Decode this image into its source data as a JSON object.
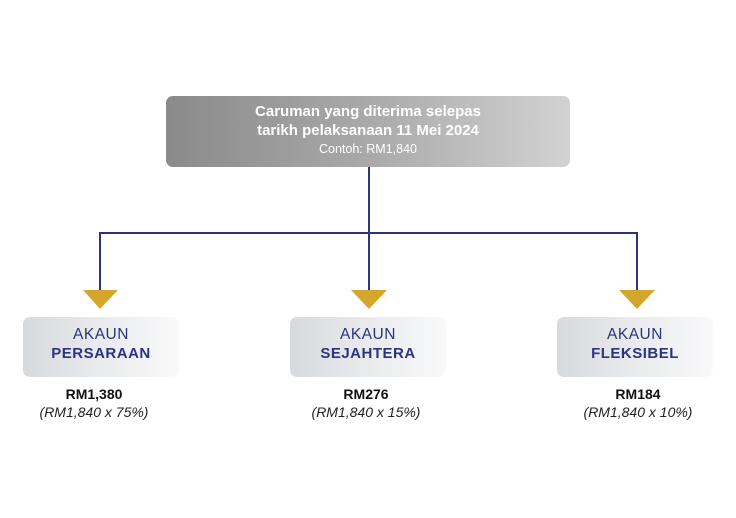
{
  "top_box": {
    "line1": "Caruman yang diterima selepas",
    "line2": "tarikh pelaksanaan 11 Mei 2024",
    "example": "Contoh: RM1,840"
  },
  "colors": {
    "connector": "#2b3480",
    "arrow": "#d4a72c",
    "account_text": "#2b3480"
  },
  "accounts": [
    {
      "label": "AKAUN",
      "name": "PERSARAAN",
      "amount": "RM1,380",
      "formula": "(RM1,840 x 75%)"
    },
    {
      "label": "AKAUN",
      "name": "SEJAHTERA",
      "amount": "RM276",
      "formula": "(RM1,840 x 15%)"
    },
    {
      "label": "AKAUN",
      "name": "FLEKSIBEL",
      "amount": "RM184",
      "formula": "(RM1,840 x 10%)"
    }
  ]
}
